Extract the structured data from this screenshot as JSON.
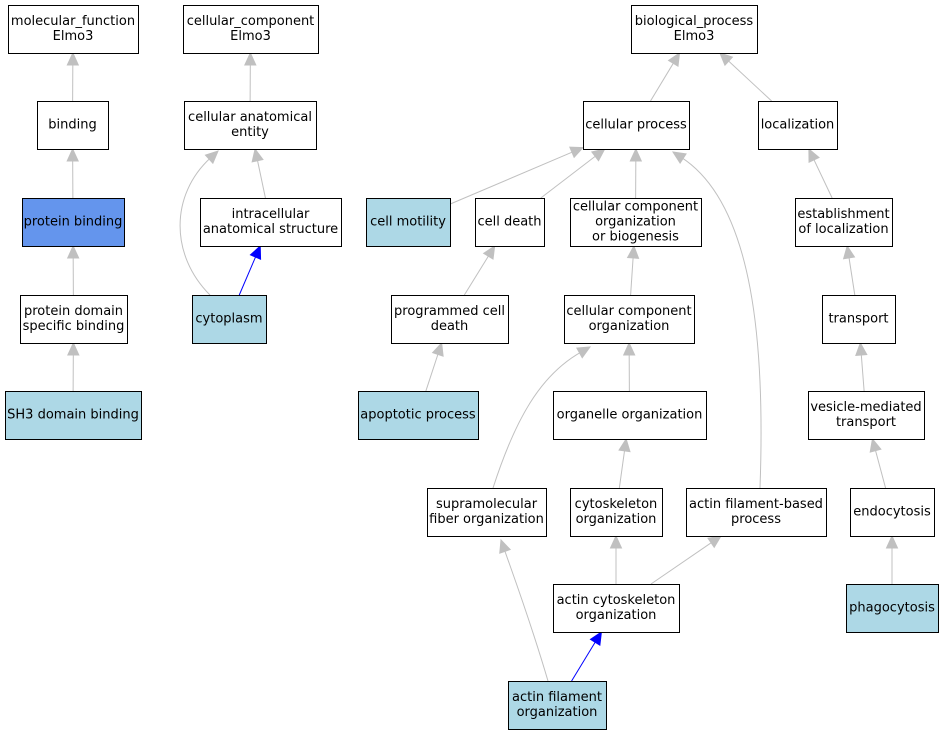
{
  "colors": {
    "plain": "#ffffff",
    "annotated": "#add8e6",
    "highlighted": "#6495ed",
    "edge_default": "#c0c0c0",
    "edge_part_of": "#0000ff"
  },
  "nodes": [
    {
      "id": "mf",
      "lines": [
        "molecular_function",
        "Elmo3"
      ],
      "fill": "plain"
    },
    {
      "id": "binding",
      "lines": [
        "binding"
      ],
      "fill": "plain"
    },
    {
      "id": "protein_binding",
      "lines": [
        "protein binding"
      ],
      "fill": "highlighted"
    },
    {
      "id": "pdsb",
      "lines": [
        "protein domain",
        "specific binding"
      ],
      "fill": "plain"
    },
    {
      "id": "sh3",
      "lines": [
        "SH3 domain binding"
      ],
      "fill": "annotated"
    },
    {
      "id": "cc",
      "lines": [
        "cellular_component",
        "Elmo3"
      ],
      "fill": "plain"
    },
    {
      "id": "cae",
      "lines": [
        "cellular anatomical",
        "entity"
      ],
      "fill": "plain"
    },
    {
      "id": "ias",
      "lines": [
        "intracellular",
        "anatomical structure"
      ],
      "fill": "plain"
    },
    {
      "id": "cytoplasm",
      "lines": [
        "cytoplasm"
      ],
      "fill": "annotated"
    },
    {
      "id": "bp",
      "lines": [
        "biological_process",
        "Elmo3"
      ],
      "fill": "plain"
    },
    {
      "id": "cp",
      "lines": [
        "cellular process"
      ],
      "fill": "plain"
    },
    {
      "id": "loc",
      "lines": [
        "localization"
      ],
      "fill": "plain"
    },
    {
      "id": "cm",
      "lines": [
        "cell motility"
      ],
      "fill": "annotated"
    },
    {
      "id": "cd",
      "lines": [
        "cell death"
      ],
      "fill": "plain"
    },
    {
      "id": "ccob",
      "lines": [
        "cellular component",
        "organization",
        "or biogenesis"
      ],
      "fill": "plain"
    },
    {
      "id": "eol",
      "lines": [
        "establishment",
        "of localization"
      ],
      "fill": "plain"
    },
    {
      "id": "pcd",
      "lines": [
        "programmed cell",
        "death"
      ],
      "fill": "plain"
    },
    {
      "id": "cco",
      "lines": [
        "cellular component",
        "organization"
      ],
      "fill": "plain"
    },
    {
      "id": "transport",
      "lines": [
        "transport"
      ],
      "fill": "plain"
    },
    {
      "id": "ap",
      "lines": [
        "apoptotic process"
      ],
      "fill": "annotated"
    },
    {
      "id": "oo",
      "lines": [
        "organelle organization"
      ],
      "fill": "plain"
    },
    {
      "id": "vmt",
      "lines": [
        "vesicle-mediated",
        "transport"
      ],
      "fill": "plain"
    },
    {
      "id": "sfo",
      "lines": [
        "supramolecular",
        "fiber organization"
      ],
      "fill": "plain"
    },
    {
      "id": "co",
      "lines": [
        "cytoskeleton",
        "organization"
      ],
      "fill": "plain"
    },
    {
      "id": "afbp",
      "lines": [
        "actin filament-based",
        "process"
      ],
      "fill": "plain"
    },
    {
      "id": "endo",
      "lines": [
        "endocytosis"
      ],
      "fill": "plain"
    },
    {
      "id": "aco",
      "lines": [
        "actin cytoskeleton",
        "organization"
      ],
      "fill": "plain"
    },
    {
      "id": "phago",
      "lines": [
        "phagocytosis"
      ],
      "fill": "annotated"
    },
    {
      "id": "afo",
      "lines": [
        "actin filament",
        "organization"
      ],
      "fill": "annotated"
    }
  ],
  "edges": [
    {
      "from": "binding",
      "to": "mf",
      "kind": "is_a"
    },
    {
      "from": "protein_binding",
      "to": "binding",
      "kind": "is_a"
    },
    {
      "from": "pdsb",
      "to": "protein_binding",
      "kind": "is_a"
    },
    {
      "from": "sh3",
      "to": "pdsb",
      "kind": "is_a"
    },
    {
      "from": "cae",
      "to": "cc",
      "kind": "is_a"
    },
    {
      "from": "ias",
      "to": "cae",
      "kind": "is_a"
    },
    {
      "from": "cytoplasm",
      "to": "cae",
      "kind": "is_a"
    },
    {
      "from": "cytoplasm",
      "to": "ias",
      "kind": "part_of"
    },
    {
      "from": "cp",
      "to": "bp",
      "kind": "is_a"
    },
    {
      "from": "loc",
      "to": "bp",
      "kind": "is_a"
    },
    {
      "from": "cm",
      "to": "cp",
      "kind": "is_a"
    },
    {
      "from": "cd",
      "to": "cp",
      "kind": "is_a"
    },
    {
      "from": "ccob",
      "to": "cp",
      "kind": "is_a"
    },
    {
      "from": "afbp",
      "to": "cp",
      "kind": "is_a"
    },
    {
      "from": "eol",
      "to": "loc",
      "kind": "is_a"
    },
    {
      "from": "pcd",
      "to": "cd",
      "kind": "is_a"
    },
    {
      "from": "ap",
      "to": "pcd",
      "kind": "is_a"
    },
    {
      "from": "cco",
      "to": "ccob",
      "kind": "is_a"
    },
    {
      "from": "oo",
      "to": "cco",
      "kind": "is_a"
    },
    {
      "from": "sfo",
      "to": "cco",
      "kind": "is_a"
    },
    {
      "from": "co",
      "to": "oo",
      "kind": "is_a"
    },
    {
      "from": "aco",
      "to": "co",
      "kind": "is_a"
    },
    {
      "from": "aco",
      "to": "afbp",
      "kind": "is_a"
    },
    {
      "from": "afo",
      "to": "aco",
      "kind": "part_of"
    },
    {
      "from": "afo",
      "to": "sfo",
      "kind": "is_a"
    },
    {
      "from": "transport",
      "to": "eol",
      "kind": "is_a"
    },
    {
      "from": "vmt",
      "to": "transport",
      "kind": "is_a"
    },
    {
      "from": "endo",
      "to": "vmt",
      "kind": "is_a"
    },
    {
      "from": "phago",
      "to": "endo",
      "kind": "is_a"
    }
  ]
}
